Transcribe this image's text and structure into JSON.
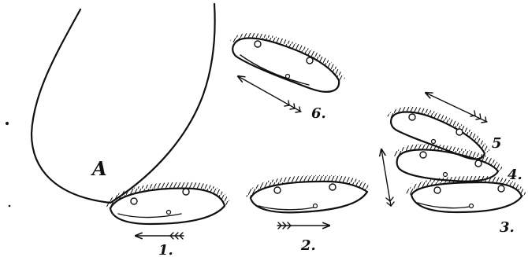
{
  "labels": {
    "A": "A",
    "n1": "1.",
    "n2": "2.",
    "n3": "3.",
    "n4": "4.",
    "n5": "5",
    "n6": "6."
  }
}
